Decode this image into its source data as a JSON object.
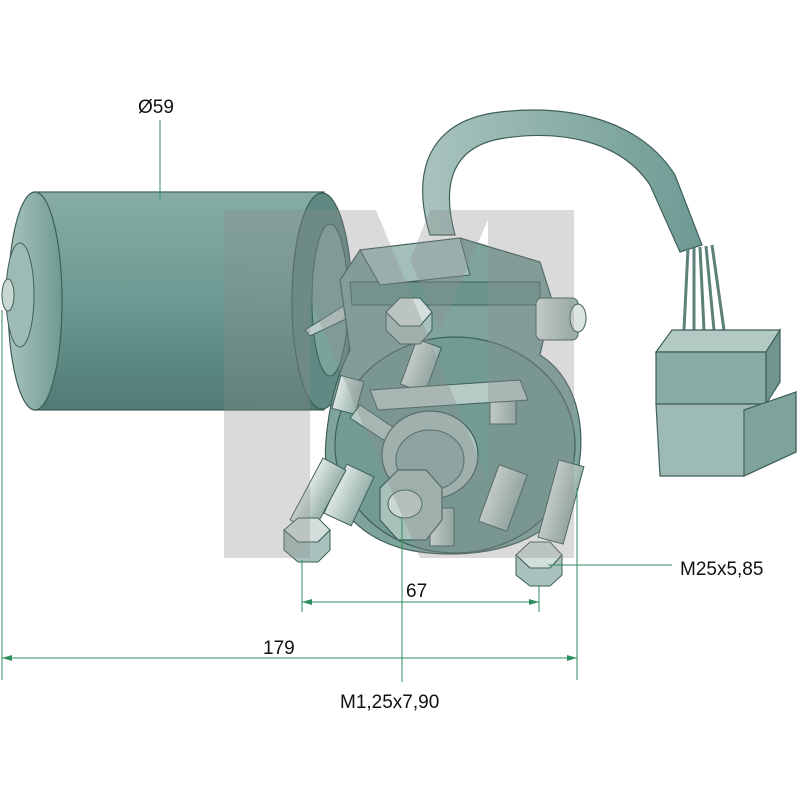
{
  "dimensions": {
    "motor_diameter": "Ø59",
    "mount_spacing": "67",
    "overall_length": "179",
    "shaft_thread": "M1,25x7,90",
    "mount_thread": "M25x5,85"
  },
  "colors": {
    "motor_body": "#6e9b93",
    "gearbox": "#7fa49d",
    "bolts": "#c2d2ce",
    "cable": "#cfdcd8",
    "dimension_line": "#2e8f5e",
    "watermark": "#9a9a9a"
  }
}
